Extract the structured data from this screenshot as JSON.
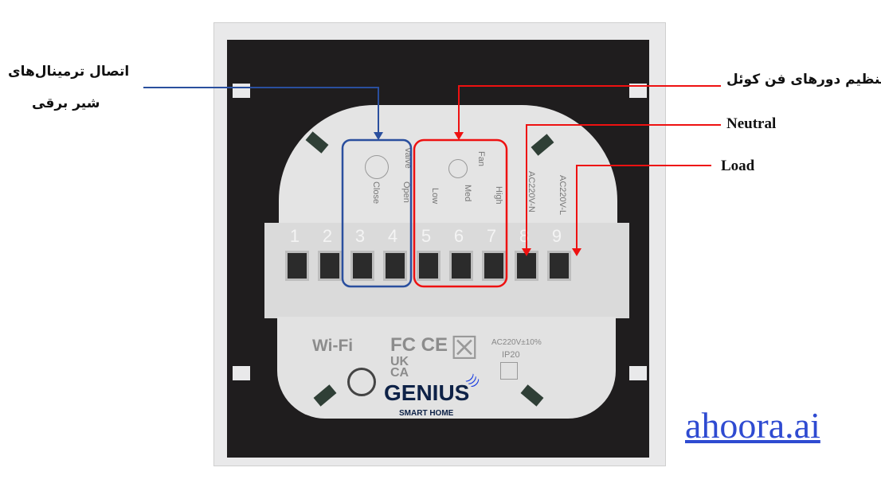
{
  "annotations": {
    "valve_line1": "اتصال ترمینال‌های",
    "valve_line2": "شیر برقی",
    "fan_speed": "تنظیم دورهای فن کوئل",
    "neutral": "Neutral",
    "load": "Load"
  },
  "device": {
    "terminals": [
      "1",
      "2",
      "3",
      "4",
      "5",
      "6",
      "7",
      "8",
      "9"
    ],
    "valve_labels": {
      "valve": "Valve",
      "close": "Close",
      "open": "Open"
    },
    "fan_labels": {
      "fan": "Fan",
      "low": "Low",
      "med": "Med",
      "high": "High"
    },
    "power_labels": {
      "n": "AC220V-N",
      "l": "AC220V-L"
    },
    "wifi": "Wi-Fi",
    "cert1": "FC CE",
    "cert2": "UK CA",
    "voltage": "AC220V±10%",
    "ip": "IP20",
    "brand": "GENIUS",
    "brand_sub": "SMART HOME"
  },
  "watermark": "ahoora.ai",
  "colors": {
    "valve_box": "#2a4f9e",
    "fan_box": "#ee1111",
    "brand": "#0e2247",
    "link": "#2f4bd1"
  }
}
